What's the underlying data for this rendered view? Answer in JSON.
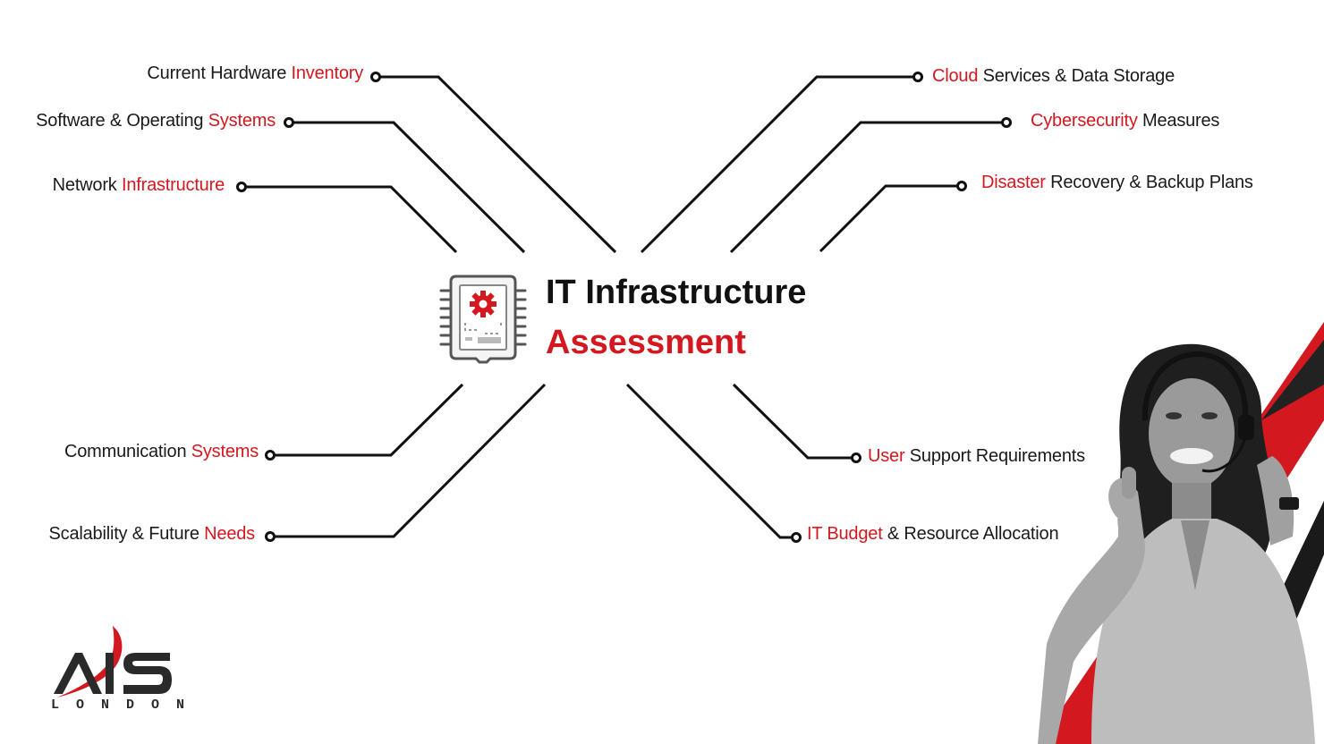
{
  "title": {
    "line1": "IT Infrastructure",
    "line2": "Assessment"
  },
  "left_items": [
    {
      "pre": "Current Hardware ",
      "hl": "Inventory",
      "post": ""
    },
    {
      "pre": "Software & Operating ",
      "hl": "Systems",
      "post": ""
    },
    {
      "pre": "Network ",
      "hl": "Infrastructure",
      "post": ""
    },
    {
      "pre": "Communication ",
      "hl": "Systems",
      "post": ""
    },
    {
      "pre": "Scalability & Future ",
      "hl": "Needs",
      "post": ""
    }
  ],
  "right_items": [
    {
      "pre": "",
      "hl": "Cloud",
      "post": " Services & Data Storage"
    },
    {
      "pre": "",
      "hl": "Cybersecurity",
      "post": " Measures"
    },
    {
      "pre": "",
      "hl": "Disaster",
      "post": " Recovery & Backup Plans"
    },
    {
      "pre": "",
      "hl": "User",
      "post": " Support Requirements"
    },
    {
      "pre": "",
      "hl": "IT Budget",
      "post": " & Resource Allocation"
    }
  ],
  "logo": {
    "text": "AIS",
    "sub": "LONDON"
  },
  "colors": {
    "accent": "#d4181f",
    "text": "#1a1a1a",
    "line": "#111111"
  },
  "icons": [
    "chip-gear-icon",
    "connector-dot-icon"
  ],
  "photo": "smiling woman with headset giving thumbs up"
}
